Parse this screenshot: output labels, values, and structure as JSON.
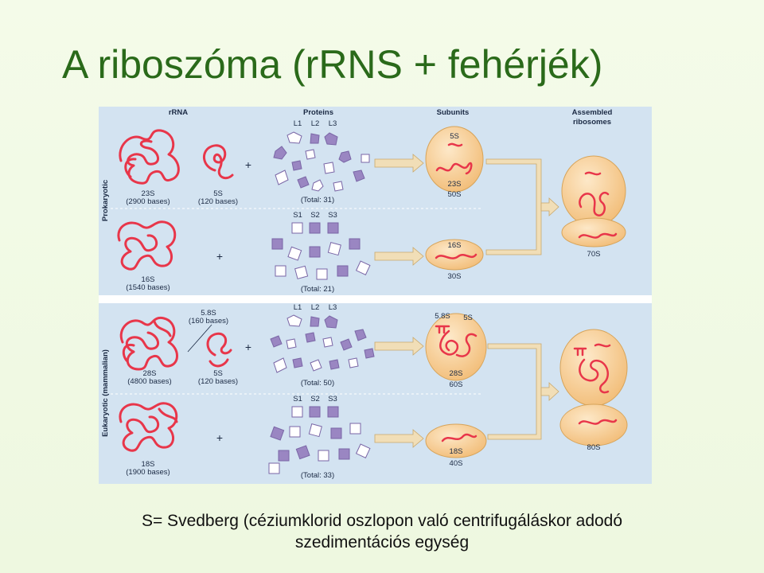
{
  "title": "A riboszóma (rRNS + fehérjék)",
  "figure": {
    "headers": {
      "rrna": "rRNA",
      "proteins": "Proteins",
      "subunits": "Subunits",
      "assembled_line1": "Assembled",
      "assembled_line2": "ribosomes"
    },
    "prokaryotic": {
      "label": "Prokaryotic",
      "large": {
        "rrna_23s": "23S",
        "rrna_23s_bases": "(2900 bases)",
        "rrna_5s": "5S",
        "rrna_5s_bases": "(120 bases)",
        "protein_labels": [
          "L1",
          "L2",
          "L3"
        ],
        "protein_total": "(Total: 31)",
        "subunit_5s": "5S",
        "subunit_23s": "23S",
        "subunit_s": "50S"
      },
      "small": {
        "rrna_16s": "16S",
        "rrna_16s_bases": "(1540 bases)",
        "protein_labels": [
          "S1",
          "S2",
          "S3"
        ],
        "protein_total": "(Total: 21)",
        "subunit_16s": "16S",
        "subunit_s": "30S"
      },
      "assembled": "70S"
    },
    "eukaryotic": {
      "label": "Eukaryotic (mammalian)",
      "large": {
        "rrna_58s": "5.8S",
        "rrna_58s_bases": "(160 bases)",
        "rrna_28s": "28S",
        "rrna_28s_bases": "(4800 bases)",
        "rrna_5s": "5S",
        "rrna_5s_bases": "(120 bases)",
        "protein_labels": [
          "L1",
          "L2",
          "L3"
        ],
        "protein_total": "(Total: 50)",
        "subunit_58s": "5.8S",
        "subunit_5s": "5S",
        "subunit_28s": "28S",
        "subunit_s": "60S"
      },
      "small": {
        "rrna_18s": "18S",
        "rrna_18s_bases": "(1900 bases)",
        "protein_labels": [
          "S1",
          "S2",
          "S3"
        ],
        "protein_total": "(Total: 33)",
        "subunit_18s": "18S",
        "subunit_s": "40S"
      },
      "assembled": "80S"
    },
    "plus": "+",
    "colors": {
      "rrna": "#e8364a",
      "protein": "#9a86c2",
      "subunit": "#f5c98a",
      "arrow": "#f1deb7",
      "panel": "#d3e3f1"
    }
  },
  "caption": {
    "line1": "S= Svedberg (céziumklorid oszlopon való centrifugáláskor adodó",
    "line2": "szedimentációs egység"
  }
}
